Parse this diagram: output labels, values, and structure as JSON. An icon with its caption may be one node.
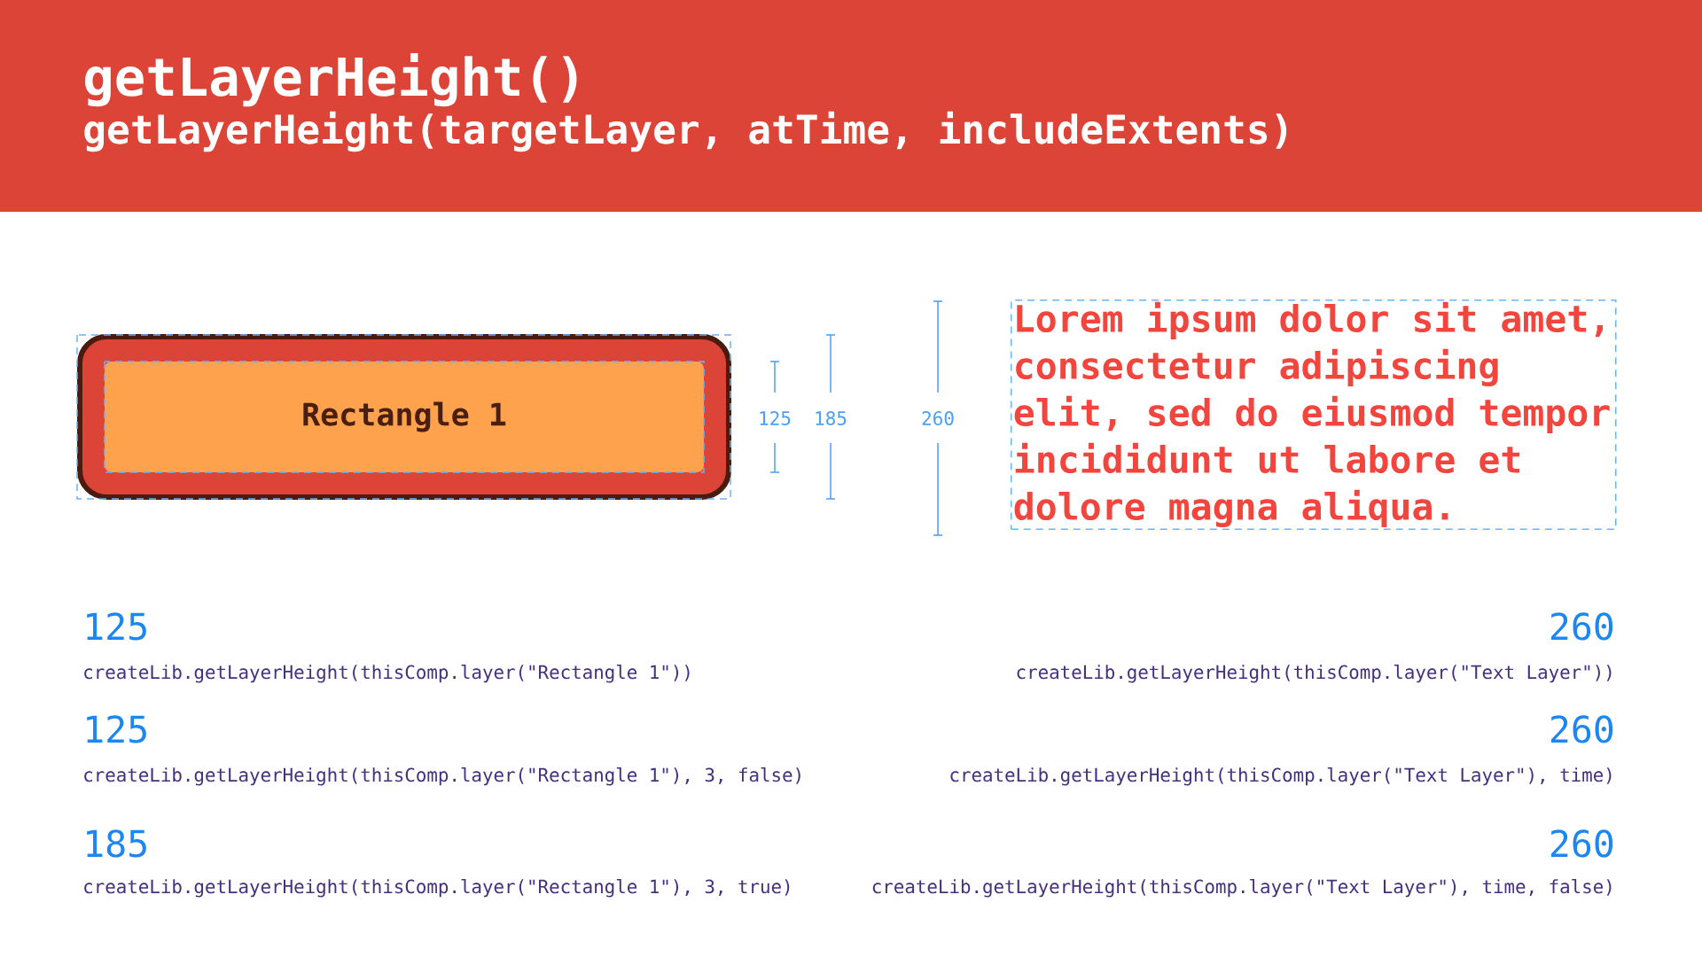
{
  "diagram": {
    "title": "getLayerHeight()",
    "nodes": [
      {
        "text": [
          "Rectangle 1"
        ]
      },
      {
        "text": [
          "Lorem ipsum dolor sit amet, consectetur adipiscing elit, sed do eiusmod tempor incididunt ut labore et dolore magna aliqua."
        ]
      }
    ],
    "labels": [
      "getLayerHeight(targetLayer, atTime, includeExtents)",
      "125",
      "185",
      "260",
      "125",
      "260",
      "createLib.getLayerHeight(thisComp.layer(\"Rectangle 1\"))",
      "createLib.getLayerHeight(thisComp.layer(\"Text Layer\"))",
      "125",
      "260",
      "createLib.getLayerHeight(thisComp.layer(\"Rectangle 1\"), 3, false)",
      "createLib.getLayerHeight(thisComp.layer(\"Text Layer\"), time)",
      "185",
      "260",
      "createLib.getLayerHeight(thisComp.layer(\"Rectangle 1\"), 3, true)",
      "createLib.getLayerHeight(thisComp.layer(\"Text Layer\"), time, false)"
    ]
  }
}
